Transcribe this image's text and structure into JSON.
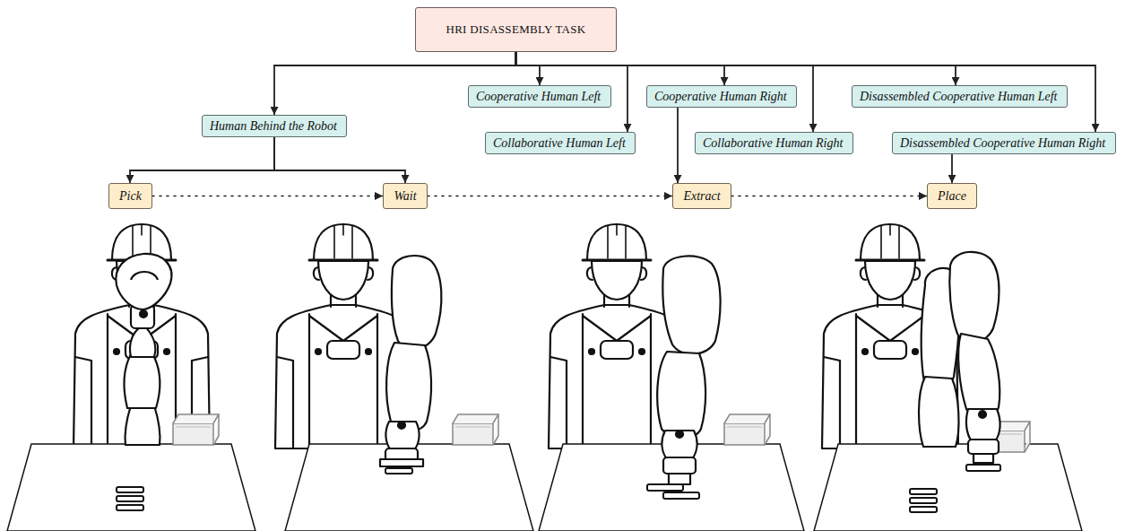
{
  "diagram": {
    "nodes": [
      {
        "text": [
          "HRI DISASSEMBLY TASK"
        ]
      },
      {
        "text": [
          "Human Behind the Robot"
        ]
      },
      {
        "text": [
          "Cooperative Human Left"
        ]
      },
      {
        "text": [
          "Collaborative Human Left"
        ]
      },
      {
        "text": [
          "Cooperative Human Right"
        ]
      },
      {
        "text": [
          "Collaborative Human Right"
        ]
      },
      {
        "text": [
          "Disassembled Cooperative Human Left"
        ]
      },
      {
        "text": [
          "Disassembled Cooperative Human Right"
        ]
      },
      {
        "text": [
          "Pick"
        ]
      },
      {
        "text": [
          "Wait"
        ]
      },
      {
        "text": [
          "Extract"
        ]
      },
      {
        "text": [
          "Place"
        ]
      }
    ],
    "edges": [
      {
        "from": 0,
        "to": 1,
        "arrow": "to"
      },
      {
        "from": 0,
        "to": 2,
        "arrow": "to"
      },
      {
        "from": 0,
        "to": 3,
        "arrow": "to"
      },
      {
        "from": 0,
        "to": 4,
        "arrow": "to"
      },
      {
        "from": 0,
        "to": 5,
        "arrow": "to"
      },
      {
        "from": 0,
        "to": 6,
        "arrow": "to"
      },
      {
        "from": 0,
        "to": 7,
        "arrow": "to"
      },
      {
        "from": 1,
        "to": 8,
        "arrow": "to"
      },
      {
        "from": 1,
        "to": 9,
        "arrow": "to"
      },
      {
        "from": 4,
        "to": 10,
        "arrow": "to"
      },
      {
        "from": 7,
        "to": 11,
        "arrow": "to"
      },
      {
        "from": 8,
        "to": 9,
        "arrow": "to"
      },
      {
        "from": 9,
        "to": 10,
        "arrow": "to"
      },
      {
        "from": 10,
        "to": 11,
        "arrow": "to"
      }
    ]
  }
}
